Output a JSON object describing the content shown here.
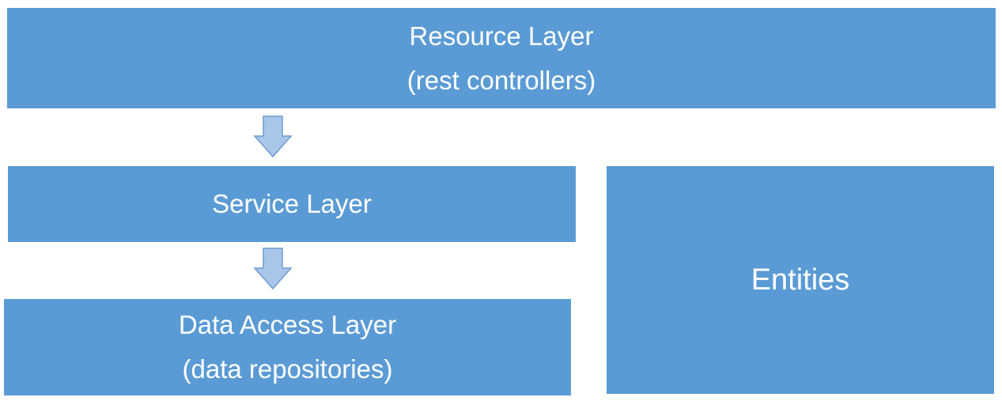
{
  "diagram": {
    "resource_layer": {
      "title": "Resource Layer",
      "subtitle": "(rest controllers)"
    },
    "service_layer": {
      "title": "Service Layer"
    },
    "data_access_layer": {
      "title": "Data Access Layer",
      "subtitle": "(data repositories)"
    },
    "entities": {
      "title": "Entities"
    },
    "colors": {
      "box_fill": "#5b9bd5",
      "box_text": "#ffffff",
      "arrow_fill": "#a9c6e8",
      "arrow_stroke": "#6d9bd1"
    }
  }
}
